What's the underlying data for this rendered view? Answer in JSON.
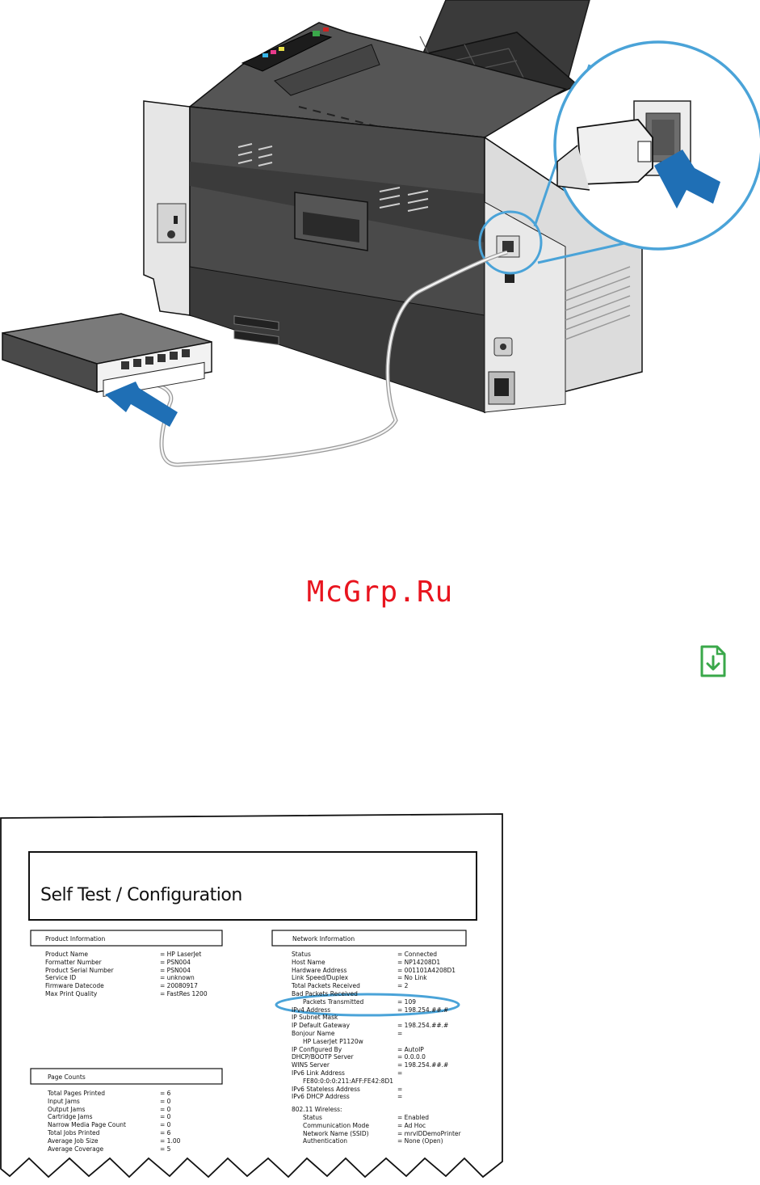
{
  "watermark": "McGrp.Ru",
  "download_icon": "download-file-icon",
  "colors": {
    "watermark": "#e8141e",
    "download": "#3aa84a",
    "callout": "#4aa3d8",
    "arrow": "#1f6fb5"
  },
  "report": {
    "title": "Self Test / Configuration",
    "product_info": {
      "heading": "Product Information",
      "rows": [
        {
          "k": "Product Name",
          "v": "= HP LaserJet"
        },
        {
          "k": "Formatter Number",
          "v": "= PSN004"
        },
        {
          "k": "Product Serial Number",
          "v": "= PSN004"
        },
        {
          "k": "Service ID",
          "v": "= unknown"
        },
        {
          "k": "Firmware Datecode",
          "v": "= 20080917"
        },
        {
          "k": "Max Print Quality",
          "v": "= FastRes 1200"
        }
      ]
    },
    "page_counts": {
      "heading": "Page Counts",
      "rows": [
        {
          "k": "Total Pages Printed",
          "v": "= 6"
        },
        {
          "k": "Input Jams",
          "v": "= 0"
        },
        {
          "k": "Output Jams",
          "v": "= 0"
        },
        {
          "k": "Cartridge Jams",
          "v": "= 0"
        },
        {
          "k": "Narrow Media Page Count",
          "v": "= 0"
        },
        {
          "k": "Total Jobs Printed",
          "v": "= 6"
        },
        {
          "k": "Average Job Size",
          "v": "= 1.00"
        },
        {
          "k": "Average Coverage",
          "v": "= 5"
        }
      ]
    },
    "network_info": {
      "heading": "Network Information",
      "rows": [
        {
          "k": "Status",
          "v": "= Connected"
        },
        {
          "k": "Host Name",
          "v": "= NP14208D1"
        },
        {
          "k": "Hardware Address",
          "v": "= 001101A4208D1"
        },
        {
          "k": "Link Speed/Duplex",
          "v": "= No Link"
        },
        {
          "k": "Total Packets Received",
          "v": "= 2"
        },
        {
          "k": "Bad Packets Received",
          "v": ""
        },
        {
          "k": "Packets Transmitted",
          "v": "= 109"
        },
        {
          "k": "IPv4 Address",
          "v": "= 198.254.##.#"
        },
        {
          "k": "IP Subnet Mask",
          "v": ""
        },
        {
          "k": "IP Default Gateway",
          "v": "= 198.254.##.#"
        },
        {
          "k": "Bonjour Name",
          "v": "="
        },
        {
          "k": "HP LaserJet P1120w",
          "v": ""
        },
        {
          "k": "IP Configured By",
          "v": "= AutoIP"
        },
        {
          "k": "DHCP/BOOTP Server",
          "v": "= 0.0.0.0"
        },
        {
          "k": "WINS Server",
          "v": "= 198.254.##.#"
        },
        {
          "k": "IPv6 Link Address",
          "v": "="
        },
        {
          "k": "FE80:0:0:0:211:AFF:FE42:8D1",
          "v": ""
        },
        {
          "k": "IPv6 Stateless Address",
          "v": "="
        },
        {
          "k": "IPv6 DHCP Address",
          "v": "="
        }
      ],
      "wireless_heading": "802.11 Wireless:",
      "wireless_rows": [
        {
          "k": "Status",
          "v": "= Enabled"
        },
        {
          "k": "Communication Mode",
          "v": "= Ad Hoc"
        },
        {
          "k": "Network Name (SSID)",
          "v": "= mrvlDDemoPrinter"
        },
        {
          "k": "Authentication",
          "v": "= None (Open)"
        }
      ]
    }
  }
}
